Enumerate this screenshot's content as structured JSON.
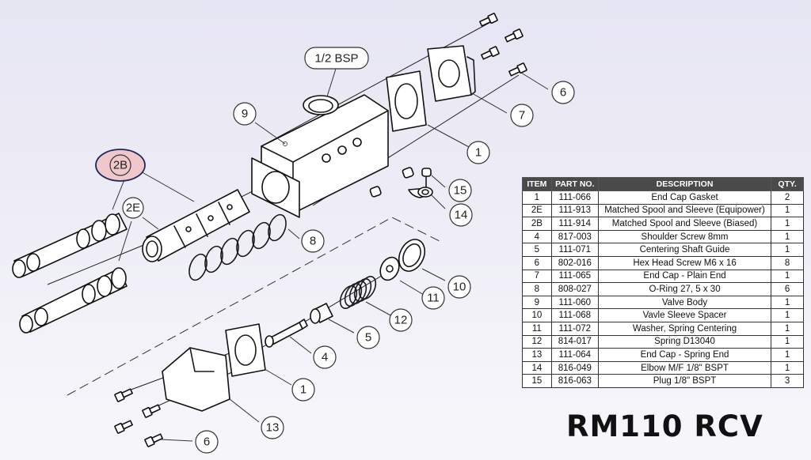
{
  "title": "RM110 RCV",
  "diagram": {
    "port_label": "1/2 BSP",
    "highlight_color": "#f0c8cc",
    "highlight_border": "#1c2a5a",
    "callouts": {
      "c9": "9",
      "c2B": "2B",
      "c2E": "2E",
      "c8": "8",
      "c1_top": "1",
      "c7": "7",
      "c6_top": "6",
      "c15": "15",
      "c14": "14",
      "c10": "10",
      "c11": "11",
      "c12": "12",
      "c5": "5",
      "c4": "4",
      "c1_bottom": "1",
      "c13": "13",
      "c6_bottom": "6"
    }
  },
  "table": {
    "header_bg": "#4a4a4a",
    "headers": [
      "ITEM",
      "PART NO.",
      "DESCRIPTION",
      "QTY."
    ],
    "rows": [
      {
        "item": "1",
        "part": "111-066",
        "desc": "End Cap Gasket",
        "qty": "2"
      },
      {
        "item": "2E",
        "part": "111-913",
        "desc": "Matched Spool and Sleeve (Equipower)",
        "qty": "1"
      },
      {
        "item": "2B",
        "part": "111-914",
        "desc": "Matched Spool and Sleeve (Biased)",
        "qty": "1"
      },
      {
        "item": "4",
        "part": "817-003",
        "desc": "Shoulder Screw 8mm",
        "qty": "1"
      },
      {
        "item": "5",
        "part": "111-071",
        "desc": "Centering Shaft Guide",
        "qty": "1"
      },
      {
        "item": "6",
        "part": "802-016",
        "desc": "Hex Head Screw M6 x 16",
        "qty": "8"
      },
      {
        "item": "7",
        "part": "111-065",
        "desc": "End Cap - Plain End",
        "qty": "1"
      },
      {
        "item": "8",
        "part": "808-027",
        "desc": "O-Ring 27, 5 x 30",
        "qty": "6"
      },
      {
        "item": "9",
        "part": "111-060",
        "desc": "Valve Body",
        "qty": "1"
      },
      {
        "item": "10",
        "part": "111-068",
        "desc": "Vavle Sleeve Spacer",
        "qty": "1"
      },
      {
        "item": "11",
        "part": "111-072",
        "desc": "Washer, Spring Centering",
        "qty": "1"
      },
      {
        "item": "12",
        "part": "814-017",
        "desc": "Spring D13040",
        "qty": "1"
      },
      {
        "item": "13",
        "part": "111-064",
        "desc": "End Cap - Spring End",
        "qty": "1"
      },
      {
        "item": "14",
        "part": "816-049",
        "desc": "Elbow M/F 1/8\" BSPT",
        "qty": "1"
      },
      {
        "item": "15",
        "part": "816-063",
        "desc": "Plug 1/8\" BSPT",
        "qty": "3"
      }
    ]
  }
}
